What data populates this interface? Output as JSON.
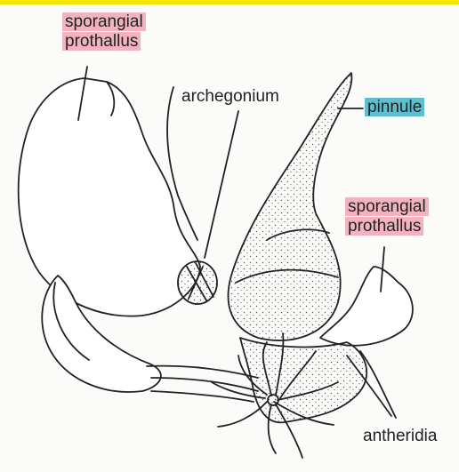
{
  "labels": {
    "sporangial_prothallus_left": [
      "sporangial",
      "prothallus"
    ],
    "archegonium": "archegonium",
    "pinnule": "pinnule",
    "sporangial_prothallus_right": [
      "sporangial",
      "prothallus"
    ],
    "antheridia": "antheridia"
  },
  "colors": {
    "pink_highlight": "#eb7891",
    "teal_highlight": "#28aabe",
    "top_bar": "#f2e600",
    "line": "#222222"
  }
}
